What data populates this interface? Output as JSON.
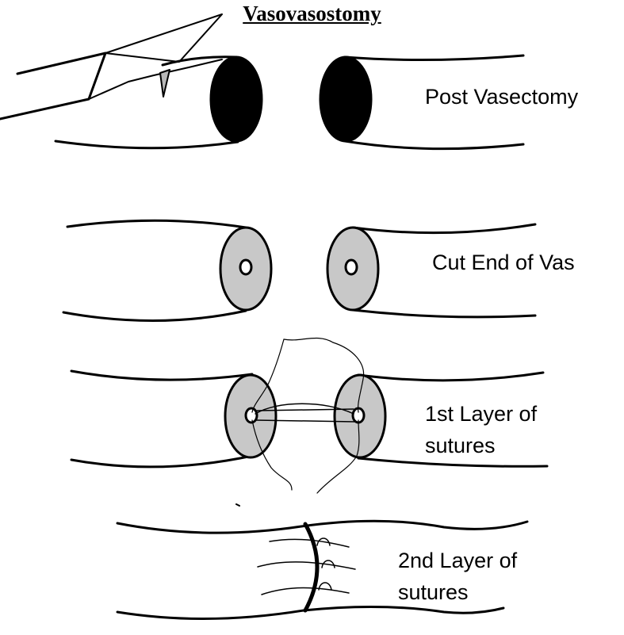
{
  "title": "Vasovasostomy",
  "stages": [
    {
      "label": "Post Vasectomy"
    },
    {
      "label": "Cut End of Vas"
    },
    {
      "label_line1": "1st Layer of",
      "label_line2": "sutures"
    },
    {
      "label_line1": "2nd Layer of",
      "label_line2": "sutures"
    }
  ],
  "colors": {
    "line": "#000000",
    "cut_face": "#c8c8c8",
    "sealed_end": "#000000",
    "background": "#ffffff"
  }
}
